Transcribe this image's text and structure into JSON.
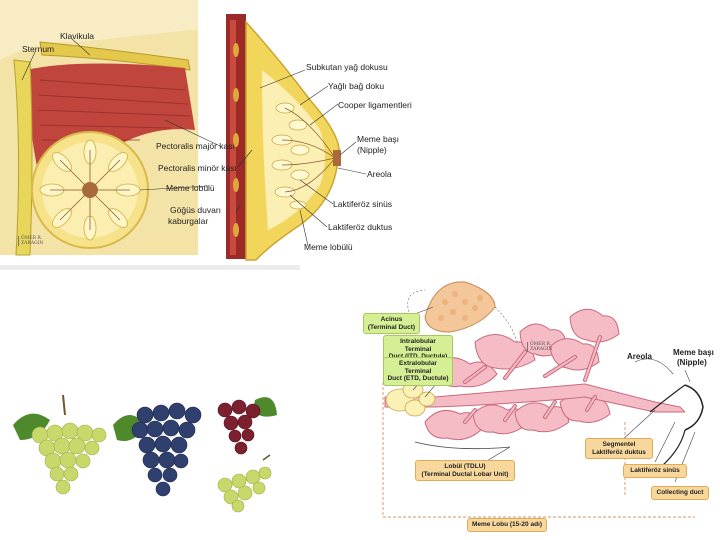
{
  "anatomy_panel": {
    "labels": {
      "klavikula": "Klavikula",
      "sternum": "Sternum",
      "pectoralis_major": "Pectoralis majör kası",
      "pectoralis_minor": "Pectoralis minör kası",
      "meme_lobulu_left": "Meme lobülü",
      "gogus_duvari_1": "Göğüs duvarı",
      "gogus_duvari_2": "kaburgalar",
      "subkutan": "Subkutan yağ dokusu",
      "yagli_bag": "Yağlı bağ doku",
      "cooper": "Cooper ligamentleri",
      "meme_basi_1": "Meme başı",
      "meme_basi_2": "(Nipple)",
      "areola": "Areola",
      "laktiferoz_sinus": "Laktiferöz sinüs",
      "laktiferoz_duktus": "Laktiferöz duktus",
      "meme_lobulu_bottom": "Meme lobülü"
    },
    "signature_1": "ÖMER R.",
    "signature_2": "ZARAGIN"
  },
  "grapes": {
    "colors": {
      "green": "#c9d86a",
      "blue": "#2f3f6e",
      "red": "#7c1f2e",
      "leaf": "#4e8a2c"
    }
  },
  "lobe_diagram": {
    "acinus_1": "Acinus",
    "acinus_2": "(Terminal Duct)",
    "itd_1": "Intralobular Terminal",
    "itd_2": "Duct (ITD, Ductule)",
    "etd_1": "Extralobular Terminal",
    "etd_2": "Duct (ETD, Ductule)",
    "areola": "Areola",
    "meme_basi_1": "Meme başı",
    "meme_basi_2": "(Nipple)",
    "segmentel_1": "Segmentel",
    "segmentel_2": "Laktiferöz duktus",
    "lobul_1": "Lobül (TDLU)",
    "lobul_2": "(Terminal Ductal Lobar Unit)",
    "laktiferoz_sinus": "Laktiferöz sinüs",
    "collecting_duct": "Collecting duct",
    "meme_lobu": "Meme Lobu (15-20 adı)",
    "signature_1": "ÖMER R.",
    "signature_2": "ZARAGIN",
    "colors": {
      "lobule": "#f6bcc6",
      "lobule_stroke": "#c96b7c",
      "green_box": "#d5ef95",
      "orange_box": "#f8d79c"
    }
  }
}
